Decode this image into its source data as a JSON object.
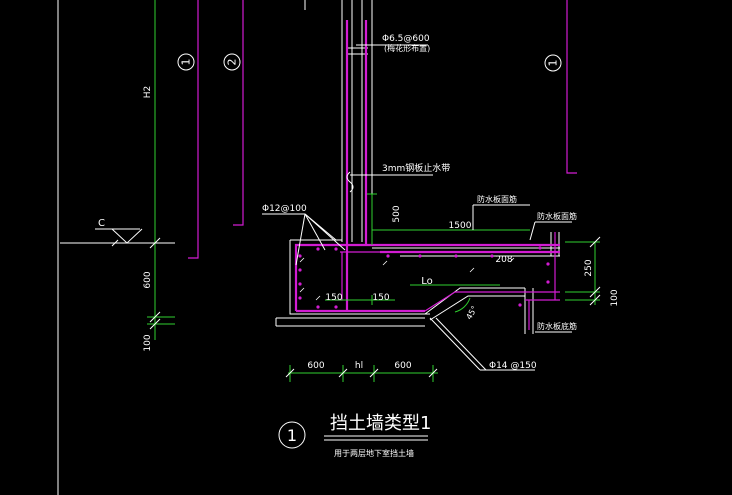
{
  "elevation_label": "H2",
  "grade_marker": "C",
  "axis_markers": [
    "1",
    "2",
    "1"
  ],
  "dims_left": [
    "600",
    "100"
  ],
  "dims_bottom": [
    "600",
    "hl",
    "600"
  ],
  "dims_right": [
    "250",
    "100"
  ],
  "dims_mid": [
    "500",
    "1500",
    "208",
    "150",
    "150"
  ],
  "length_label": "Lo",
  "angle_label": "45°",
  "rebar_top": "Φ6.5@600",
  "rebar_top_note": "(梅花形布置)",
  "waterstop_label": "3mm钢板止水带",
  "rebar_left": "Φ12@100",
  "rebar_bottom": "Φ14 @150",
  "waterproof_top": "防水板面筋",
  "waterproof_mid": "防水板面筋",
  "waterproof_bottom": "防水板底筋",
  "detail_number": "1",
  "detail_title": "挡土墙类型1",
  "detail_subtitle": "用于两层地下室挡土墙"
}
